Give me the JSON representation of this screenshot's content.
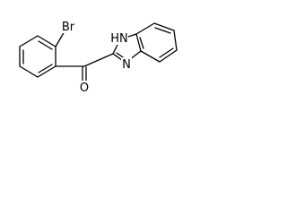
{
  "molecule": {
    "atoms": {
      "bromine": "Br",
      "imidazole_nh": "HN",
      "imidazole_n": "N",
      "carbonyl_o": "O"
    }
  }
}
